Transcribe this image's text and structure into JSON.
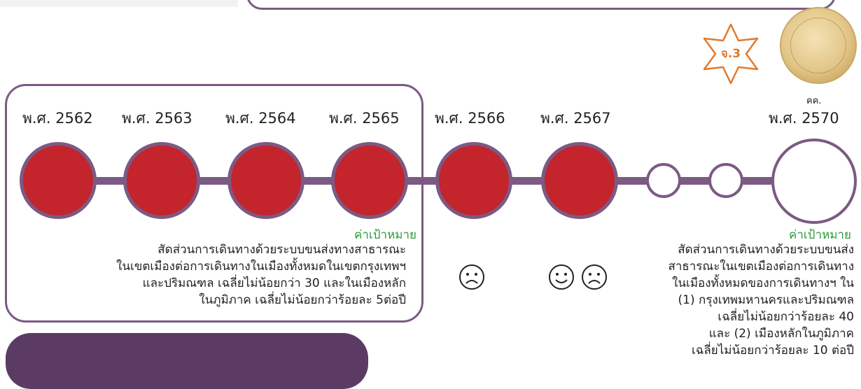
{
  "years": [
    "พ.ศ. 2562",
    "พ.ศ. 2563",
    "พ.ศ. 2564",
    "พ.ศ. 2565",
    "พ.ศ. 2566",
    "พ.ศ. 2567",
    "พ.ศ. 2570"
  ],
  "end_label_small": "คค.",
  "badge_text": "จ.3",
  "goal_left": {
    "title": "ค่าเป้าหมาย",
    "lines": [
      "สัดส่วนการเดินทางด้วยระบบขนส่งทางสาธารณะ",
      "ในเขตเมืองต่อการเดินทางในเมืองทั้งหมดในเขตกรุงเทพฯ",
      "และปริมณฑล เฉลี่ยไม่น้อยกว่า 30 และในเมืองหลัก",
      "ในภูมิภาค เฉลี่ยไม่น้อยกว่าร้อยละ 5ต่อปี"
    ]
  },
  "goal_right": {
    "title": "ค่าเป้าหมาย",
    "lines": [
      "สัดส่วนการเดินทางด้วยระบบขนส่ง",
      "สาธารณะในเขตเมืองต่อการเดินทาง",
      "ในเมืองทั้งหมดของการเดินทางฯ ใน",
      "(1) กรุงเทพมหานครและปริมณฑล",
      "เฉลี่ยไม่น้อยกว่าร้อยละ 40",
      "และ (2) เมืองหลักในภูมิภาค",
      "เฉลี่ยไม่น้อยกว่าร้อยละ 10 ต่อปี"
    ]
  },
  "colors": {
    "accent": "#7b5a84",
    "achieved": "#c4242b",
    "goal_title": "#2e9a3c",
    "badge": "#e07a2e"
  },
  "icons": [
    "sad-face-icon",
    "smile-face-icon",
    "sad-face-icon",
    "star-badge-icon",
    "coin-emblem-icon"
  ]
}
